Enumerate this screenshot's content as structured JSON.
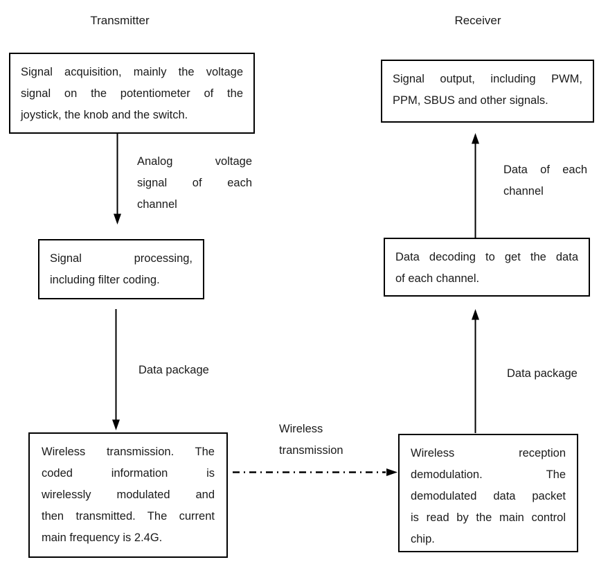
{
  "headings": {
    "transmitter": "Transmitter",
    "receiver": "Receiver"
  },
  "transmitter": {
    "acquisition_box": {
      "lines": [
        "Signal acquisition, mainly the voltage",
        "signal on the potentiometer of the",
        "joystick, the knob and the switch."
      ]
    },
    "processing_box": {
      "lines": [
        "Signal processing,",
        "including filter coding."
      ]
    },
    "transmission_box": {
      "lines": [
        "Wireless transmission. The",
        "coded information is",
        "wirelessly modulated and",
        "then transmitted. The current",
        "main frequency is 2.4G."
      ]
    },
    "analog_label": {
      "lines": [
        "Analog voltage",
        "signal of each",
        "channel"
      ]
    },
    "package_label": "Data package"
  },
  "receiver": {
    "output_box": {
      "lines": [
        "Signal output, including PWM,",
        "PPM, SBUS and other signals."
      ]
    },
    "decoding_box": {
      "lines": [
        "Data decoding to get the data",
        "of each channel."
      ]
    },
    "reception_box": {
      "lines": [
        "Wireless reception",
        "demodulation. The",
        "demodulated data packet",
        "is read by the main control",
        "chip."
      ]
    },
    "channel_label": {
      "lines": [
        "Data of each",
        "channel"
      ]
    },
    "package_label": "Data package"
  },
  "link_label": {
    "lines": [
      "Wireless",
      "transmission"
    ]
  },
  "colors": {
    "stroke": "#000000",
    "text": "#1a1a1a",
    "background": "#ffffff"
  }
}
